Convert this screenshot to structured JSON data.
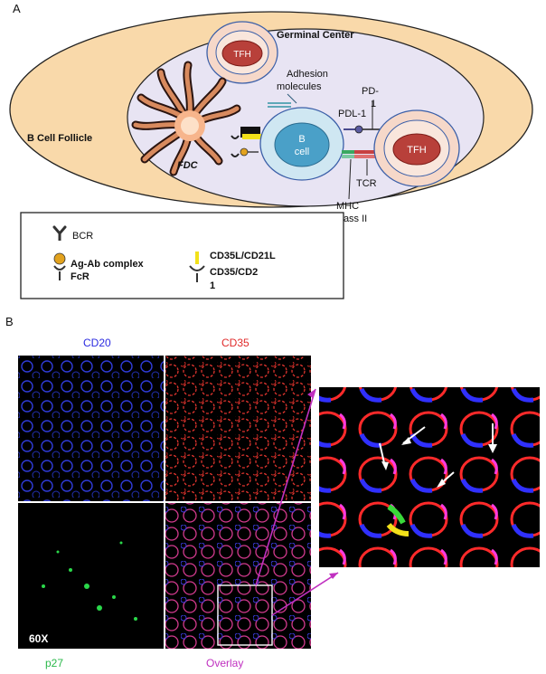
{
  "panel_a": {
    "panel_label": "A",
    "follicle_label": "B Cell Follicle",
    "germinal_center_label": "Germinal Center",
    "tfh_top_label": "TFH",
    "tfh_right_label": "TFH",
    "adhesion_line1": "Adhesion",
    "adhesion_line2": "molecules",
    "pd1_line1": "PD-",
    "pd1_line2": "1",
    "pdl1_label": "PDL-1",
    "bcell_line1": "B",
    "bcell_line2": "cell",
    "fdc_label": "FDC",
    "tcr_label": "TCR",
    "mhc_line1": "MHC",
    "mhc_line2": "class II",
    "legend": {
      "bcr_label": "BCR",
      "agab_label": "Ag-Ab complex",
      "fcr_label": "FcR",
      "cd35l_label": "CD35L/CD21L",
      "cd35_line1": "CD35/CD2",
      "cd35_line2": "1"
    }
  },
  "panel_b": {
    "panel_label": "B",
    "cd20_label": "CD20",
    "cd35_label": "CD35",
    "p27_label": "p27",
    "overlay_label": "Overlay",
    "magnification_label": "60X"
  },
  "colors": {
    "follicle_fill": "#f9d9aa",
    "germinal_center_fill": "#e8e4f3",
    "tfh_outer_fill": "#f6d8c9",
    "tfh_nucleus_fill": "#b8403a",
    "bcell_fill": "#cfe7f2",
    "bcell_nucleus_fill": "#4aa0c8",
    "cd20_label": "#2a2ae0",
    "cd35_label": "#e02a2a",
    "p27_label": "#2ab84a",
    "overlay_label": "#c030c0",
    "zoom_line": "#c030c0"
  }
}
